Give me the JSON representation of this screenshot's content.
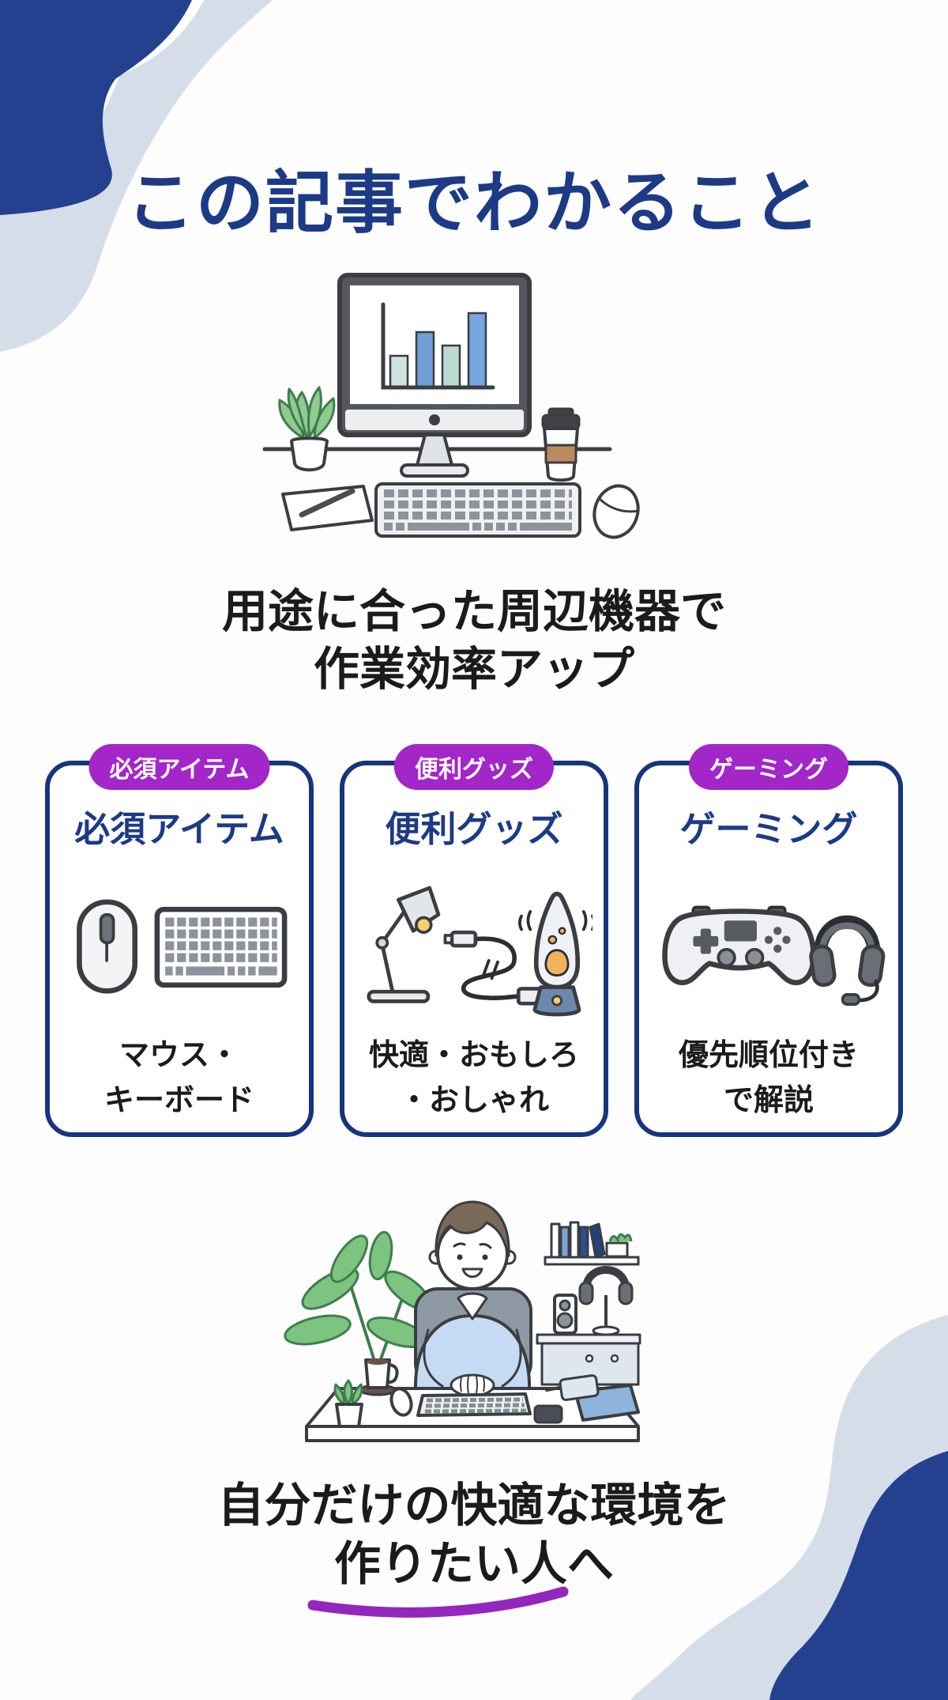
{
  "page_title": "この記事でわかること",
  "intro": {
    "caption_line1": "用途に合った周辺機器で",
    "caption_line2": "作業効率アップ",
    "illustration": "desktop-computer-with-bar-chart-plant-coffee-keyboard-mouse-notepad"
  },
  "cards": [
    {
      "badge": "必須アイテム",
      "title": "必須アイテム",
      "caption_line1": "マウス・",
      "caption_line2": "キーボード",
      "illustration": "mouse-and-keyboard"
    },
    {
      "badge": "便利グッズ",
      "title": "便利グッズ",
      "caption_line1": "快適・おもしろ",
      "caption_line2": "・おしゃれ",
      "illustration": "desk-lamp-usb-cable-lava-lamp"
    },
    {
      "badge": "ゲーミング",
      "title": "ゲーミング",
      "caption_line1": "優先順位付き",
      "caption_line2": "で解説",
      "illustration": "game-controller-and-headset"
    }
  ],
  "outro": {
    "line1": "自分だけの快適な環境を",
    "line2": "作りたい人へ",
    "underline_style": "purple-swoosh",
    "illustration": "man-sitting-at-tidy-desk"
  },
  "colors": {
    "navy": "#1d3a86",
    "card_border": "#17357e",
    "badge_purple": "#a326c9",
    "underline_purple": "#9327bd",
    "blob_dark": "#23418f",
    "blob_light": "#d5dde8",
    "text_black": "#1b1b1b"
  }
}
